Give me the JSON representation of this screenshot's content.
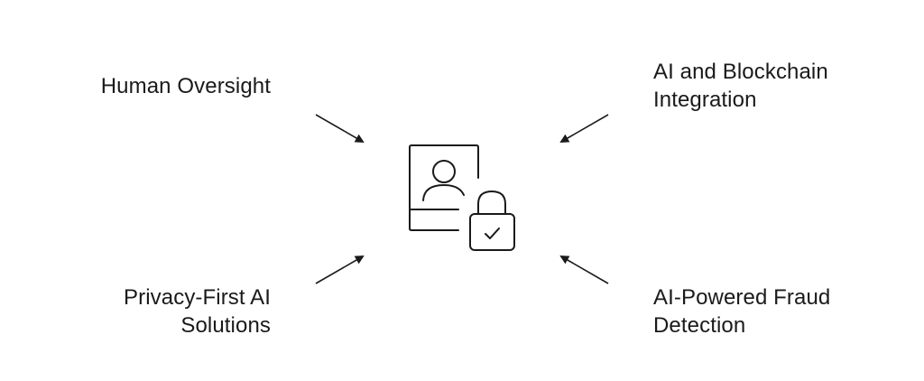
{
  "labels": {
    "top_left": {
      "lines": [
        "Human Oversight"
      ]
    },
    "top_right": {
      "lines": [
        "AI and Blockchain",
        "Integration"
      ]
    },
    "bottom_left": {
      "lines": [
        "Privacy-First AI",
        "Solutions"
      ]
    },
    "bottom_right": {
      "lines": [
        "AI-Powered Fraud",
        "Detection"
      ]
    }
  },
  "center_icon": "user-profile-lock-check-icon",
  "colors": {
    "ink": "#1a1a1a",
    "background": "#ffffff"
  }
}
